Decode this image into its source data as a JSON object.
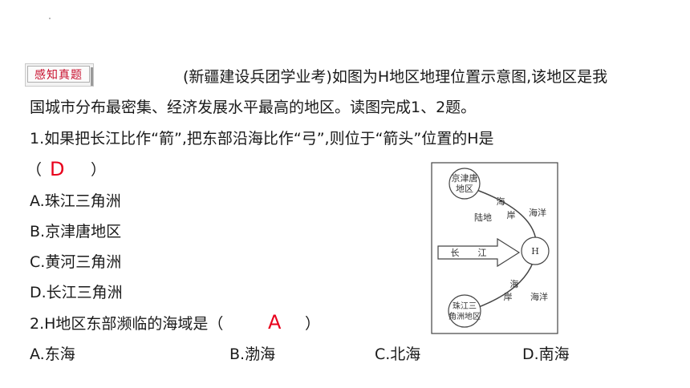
{
  "badge": "感知真题",
  "intro_line1": "(新疆建设兵团学业考)如图为H地区地理位置示意图,该地区是我",
  "intro_line2": "国城市分布最密集、经济发展水平最高的地区。读图完成1、2题。",
  "q1": {
    "stem": "1.如果把长江比作“箭”,把东部沿海比作“弓”,则位于“箭头”位置的H是",
    "paren_open": "（",
    "paren_close": "）",
    "answer": "D",
    "options": [
      "A.珠江三角洲",
      "B.京津唐地区",
      "C.黄河三角洲",
      "D.长江三角洲"
    ]
  },
  "q2": {
    "stem": "2.H地区东部濒临的海域是（",
    "paren_close": "）",
    "answer": "A",
    "options": [
      "A.东海",
      "B.渤海",
      "C.北海",
      "D.南海"
    ]
  },
  "figure": {
    "top_circle_line1": "京津唐",
    "top_circle_line2": "地区",
    "bottom_circle_line1": "珠江三",
    "bottom_circle_line2": "角洲地区",
    "h_label": "H",
    "arrow_char1": "长",
    "arrow_char2": "江",
    "land": "陆地",
    "coast_upper_1": "海",
    "coast_upper_2": "岸",
    "coast_lower_1": "海",
    "coast_lower_2": "岸",
    "ocean_upper": "海洋",
    "ocean_lower": "海洋"
  }
}
